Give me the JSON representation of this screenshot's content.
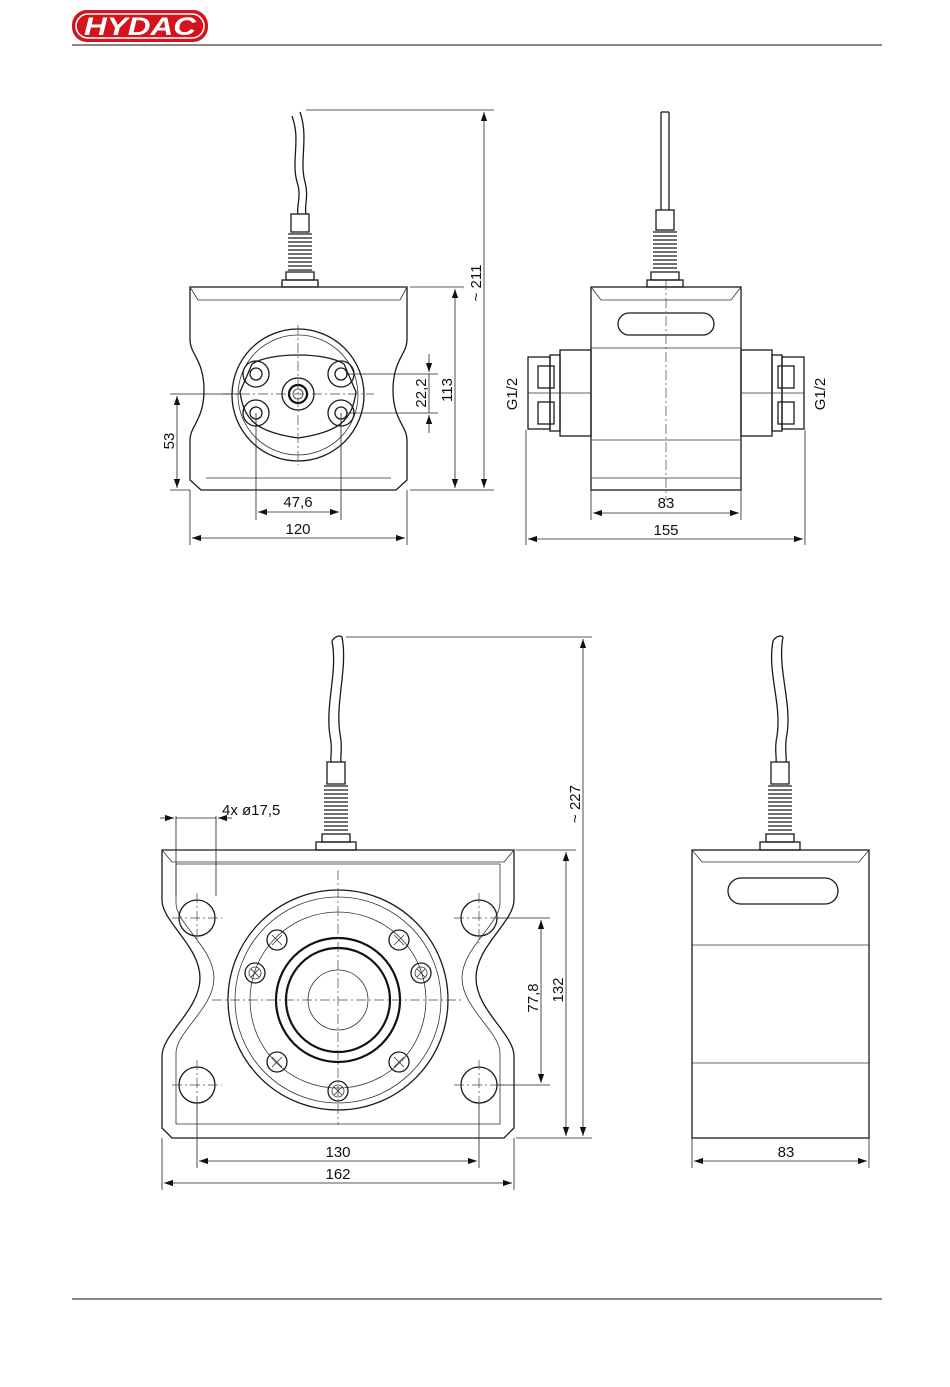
{
  "header": {
    "brand": "HYDAC",
    "brand_color": "#d4141c"
  },
  "views": {
    "upper_front": {
      "dims": {
        "height_total": "~ 211",
        "height_body": "113",
        "hole_spacing_v": "22,2",
        "port_height": "53",
        "hole_spacing_h": "47,6",
        "width": "120"
      }
    },
    "upper_side": {
      "dims": {
        "port_left": "G1/2",
        "port_right": "G1/2",
        "body_width": "83",
        "total_width": "155"
      }
    },
    "lower_front": {
      "dims": {
        "holes": "4x ø17,5",
        "height_total": "~ 227",
        "hole_spacing_v": "77,8",
        "height_body": "132",
        "hole_spacing_h": "130",
        "width": "162"
      }
    },
    "lower_side": {
      "dims": {
        "body_width": "83"
      }
    }
  }
}
